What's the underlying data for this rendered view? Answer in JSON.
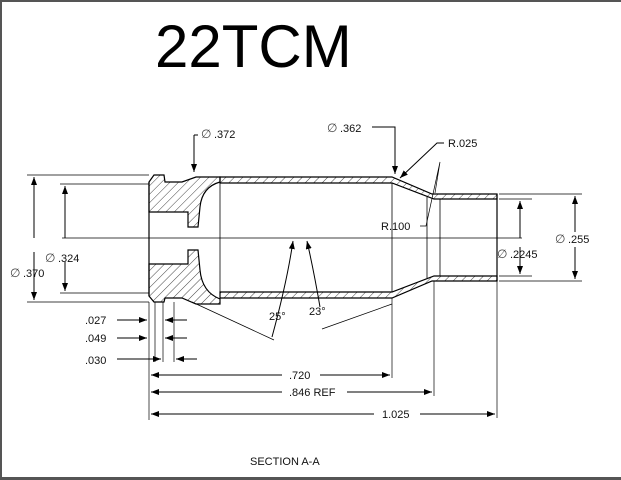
{
  "title": "22TCM",
  "section_label": "SECTION  A-A",
  "diameter_symbol": "∅",
  "dimensions": {
    "rim_diameter": ".372",
    "shoulder_diameter": ".362",
    "shoulder_radius": "R.025",
    "neck_radius": "R.100",
    "base_diameter": ".370",
    "extractor_groove_diameter": ".324",
    "neck_inside_diameter": ".2245",
    "neck_outside_diameter": ".255",
    "rim_thickness": ".027",
    "groove_offset": ".049",
    "groove_width": ".030",
    "body_length": ".720",
    "shoulder_length": ".846 REF",
    "overall_length": "1.025",
    "angle_left": "25°",
    "angle_right": "23°"
  }
}
